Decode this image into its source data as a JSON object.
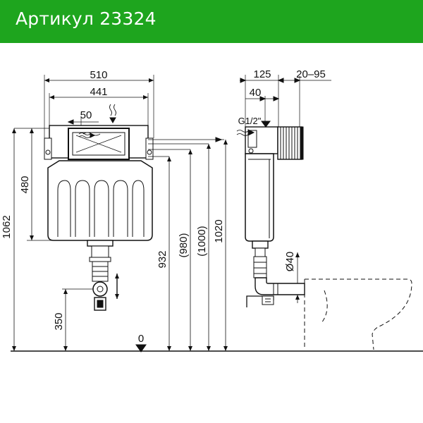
{
  "header": {
    "title": "Артикул 23324",
    "bg_color": "#1ea51e"
  },
  "front": {
    "dim_width_outer": "510",
    "dim_width_inner": "441",
    "dim_flush_offset": "50",
    "dim_mount_height": "480",
    "dim_total_height": "1062",
    "dim_outlet_height": "350",
    "dim_932": "932",
    "dim_980": "(980)",
    "dim_1000": "(1000)",
    "dim_1020": "1020",
    "floor_zero": "0"
  },
  "side": {
    "dim_depth": "125",
    "dim_wall_range": "20–95",
    "dim_40": "40",
    "inlet_thread": "G1/2\"",
    "outlet_diameter": "Ø40"
  }
}
